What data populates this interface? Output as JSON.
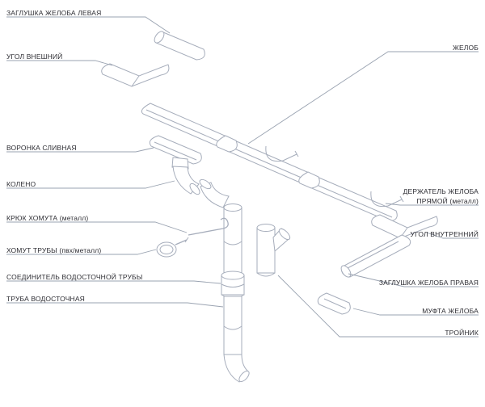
{
  "colors": {
    "background": "#ffffff",
    "artwork_line": "#a6adbb",
    "leader_line": "#9aa3b1",
    "label_text": "#2d2d33"
  },
  "labels": {
    "left": [
      {
        "text": "ЗАГЛУШКА ЖЕЛОБА ЛЕВАЯ"
      },
      {
        "text": "УГОЛ ВНЕШНИЙ"
      },
      {
        "text": "ВОРОНКА СЛИВНАЯ"
      },
      {
        "text": "КОЛЕНО"
      },
      {
        "text": "КРЮК ХОМУТА (металл)"
      },
      {
        "text": "ХОМУТ ТРУБЫ (пвх/металл)"
      },
      {
        "text": "СОЕДИНИТЕЛЬ ВОДОСТОЧНОЙ ТРУБЫ"
      },
      {
        "text": "ТРУБА ВОДОСТОЧНАЯ"
      }
    ],
    "right": [
      {
        "text": "ЖЕЛОБ"
      },
      {
        "text": "ДЕРЖАТЕЛЬ ЖЕЛОБА ПРЯМОЙ (металл)"
      },
      {
        "text": "УГОЛ ВНУТРЕННИЙ"
      },
      {
        "text": "ЗАГЛУШКА ЖЕЛОБА ПРАВАЯ"
      },
      {
        "text": "МУФТА ЖЕЛОБА"
      },
      {
        "text": "ТРОЙНИК"
      }
    ]
  }
}
